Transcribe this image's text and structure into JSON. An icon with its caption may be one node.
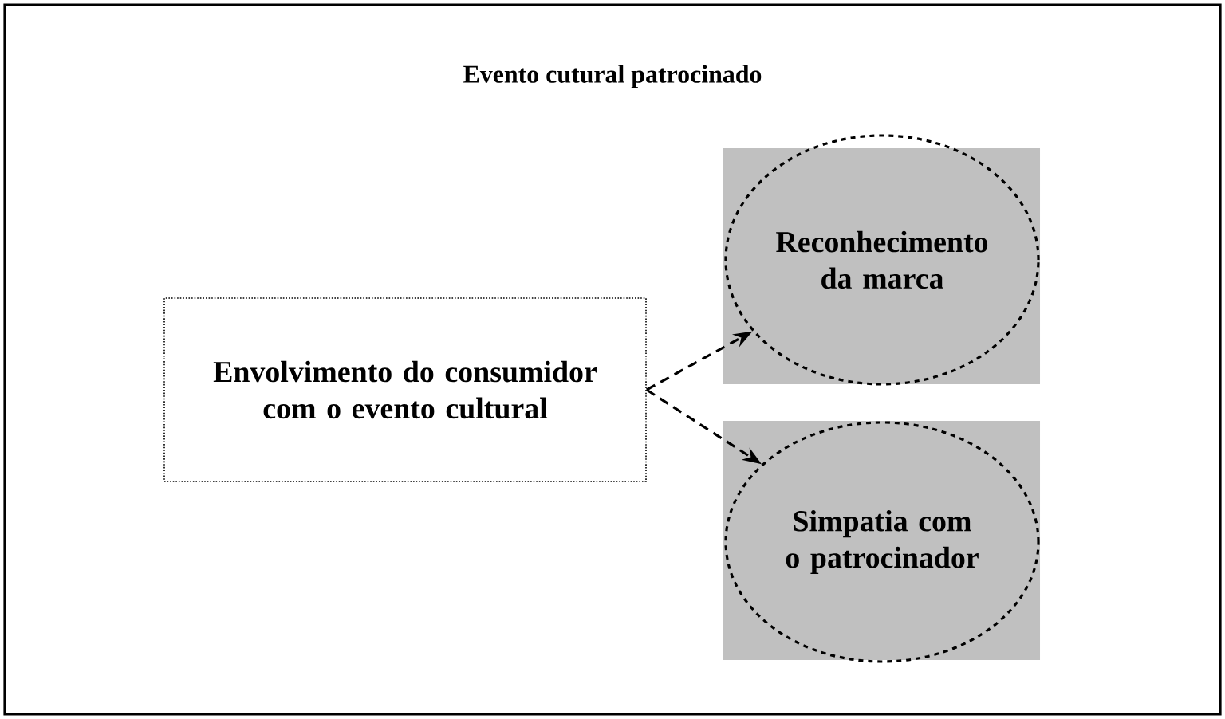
{
  "diagram": {
    "nodes": [
      {
        "text": [
          "Evento cutural patrocinado"
        ]
      },
      {
        "text": [
          "Envolvimento do consumidor com o evento cultural"
        ],
        "in": 0
      },
      {
        "text": [],
        "shape": "box",
        "in": 0
      },
      {
        "text": [
          "Reconhecimento da marca"
        ],
        "in": 2
      },
      {
        "text": [],
        "shape": "box",
        "in": 0
      },
      {
        "text": [
          "Simpatia com o patrocinador"
        ],
        "in": 4
      }
    ],
    "edges": [
      {
        "from": 1,
        "to": 3,
        "arrow": "to",
        "style": "dashed"
      },
      {
        "from": 1,
        "to": 5,
        "arrow": "to",
        "style": "dashed"
      }
    ]
  }
}
